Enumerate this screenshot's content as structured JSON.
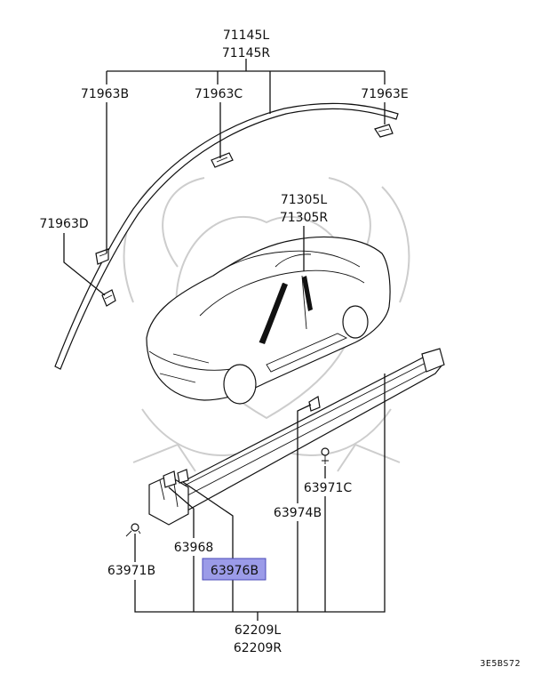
{
  "labels": {
    "p71145L": "71145L",
    "p71145R": "71145R",
    "p71963B": "71963B",
    "p71963C": "71963C",
    "p71963E": "71963E",
    "p71963D": "71963D",
    "p71305L": "71305L",
    "p71305R": "71305R",
    "p63971C": "63971C",
    "p63974B": "63974B",
    "p63968": "63968",
    "p63976B": "63976B",
    "p63971B": "63971B",
    "p62209L": "62209L",
    "p62209R": "62209R"
  },
  "diagram_code": "3E5BS72",
  "colors": {
    "highlight_fill": "#9b9be8",
    "highlight_border": "#4a4ab8",
    "line": "#111111",
    "watermark": "#c8c8c8"
  },
  "highlighted_part": "63976B"
}
